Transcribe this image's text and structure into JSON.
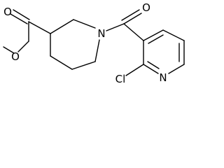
{
  "molecule": {
    "atoms": {
      "ester_carbonyl_oxygen": "O",
      "ester_ether_oxygen": "O",
      "piperidine_nitrogen": "N",
      "amide_oxygen": "O",
      "chlorine": "Cl",
      "pyridine_nitrogen": "N"
    }
  }
}
